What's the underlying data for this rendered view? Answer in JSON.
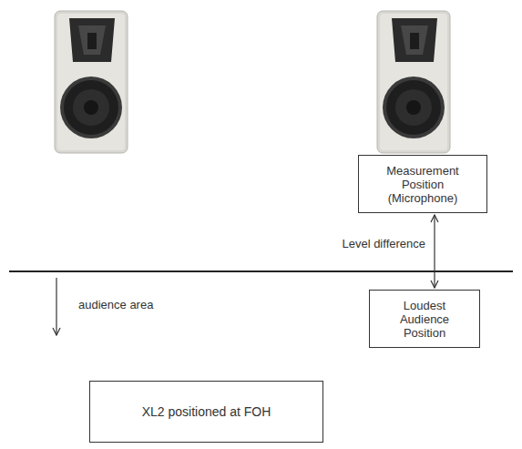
{
  "diagram": {
    "nodes": [
      {
        "text": [
          "Measurement Position (Microphone)"
        ]
      },
      {
        "text": [
          "Loudest Audience Position"
        ]
      },
      {
        "text": [
          "XL2 positioned at FOH"
        ]
      }
    ],
    "edges": [
      {
        "from": 0,
        "to": 1,
        "arrow": "both",
        "label": "Level difference"
      }
    ],
    "labels": [
      "audience area"
    ]
  }
}
